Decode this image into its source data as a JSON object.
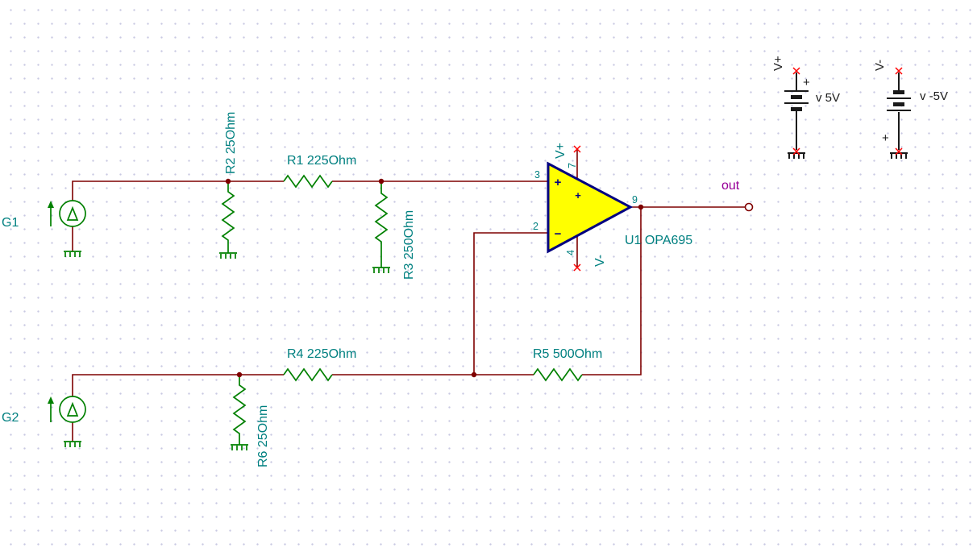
{
  "colors": {
    "wire": "#7f0000",
    "component": "#008000",
    "label": "#008080",
    "net-label": "#990099",
    "opamp-fill": "#ffff00",
    "opamp-stroke": "#000080",
    "pin-x": "#ff0000",
    "battery": "#1a1a1a",
    "grid-dot": "#c9c9e3"
  },
  "components": {
    "g1": {
      "label": "G1"
    },
    "g2": {
      "label": "G2"
    },
    "r1": {
      "label": "R1 225Ohm"
    },
    "r2": {
      "label": "R2 25Ohm"
    },
    "r3": {
      "label": "R3 250Ohm"
    },
    "r4": {
      "label": "R4 225Ohm"
    },
    "r5": {
      "label": "R5 500Ohm"
    },
    "r6": {
      "label": "R6 25Ohm"
    },
    "u1": {
      "label": "U1 OPA695",
      "pin_noninverting": "3",
      "pin_inverting": "2",
      "pin_output": "9",
      "pin_vplus": "7",
      "pin_vminus": "4",
      "vplus_label": "V+",
      "vminus_label": "V-",
      "plus_mark": "+",
      "minus_mark": "−",
      "supply_plus_mark": "+"
    },
    "vplus_supply": {
      "label": "V+",
      "value": "v 5V",
      "polarity_mark": "+"
    },
    "vminus_supply": {
      "label": "V-",
      "value": "v -5V",
      "polarity_mark": "+"
    }
  },
  "nets": {
    "out": "out"
  }
}
